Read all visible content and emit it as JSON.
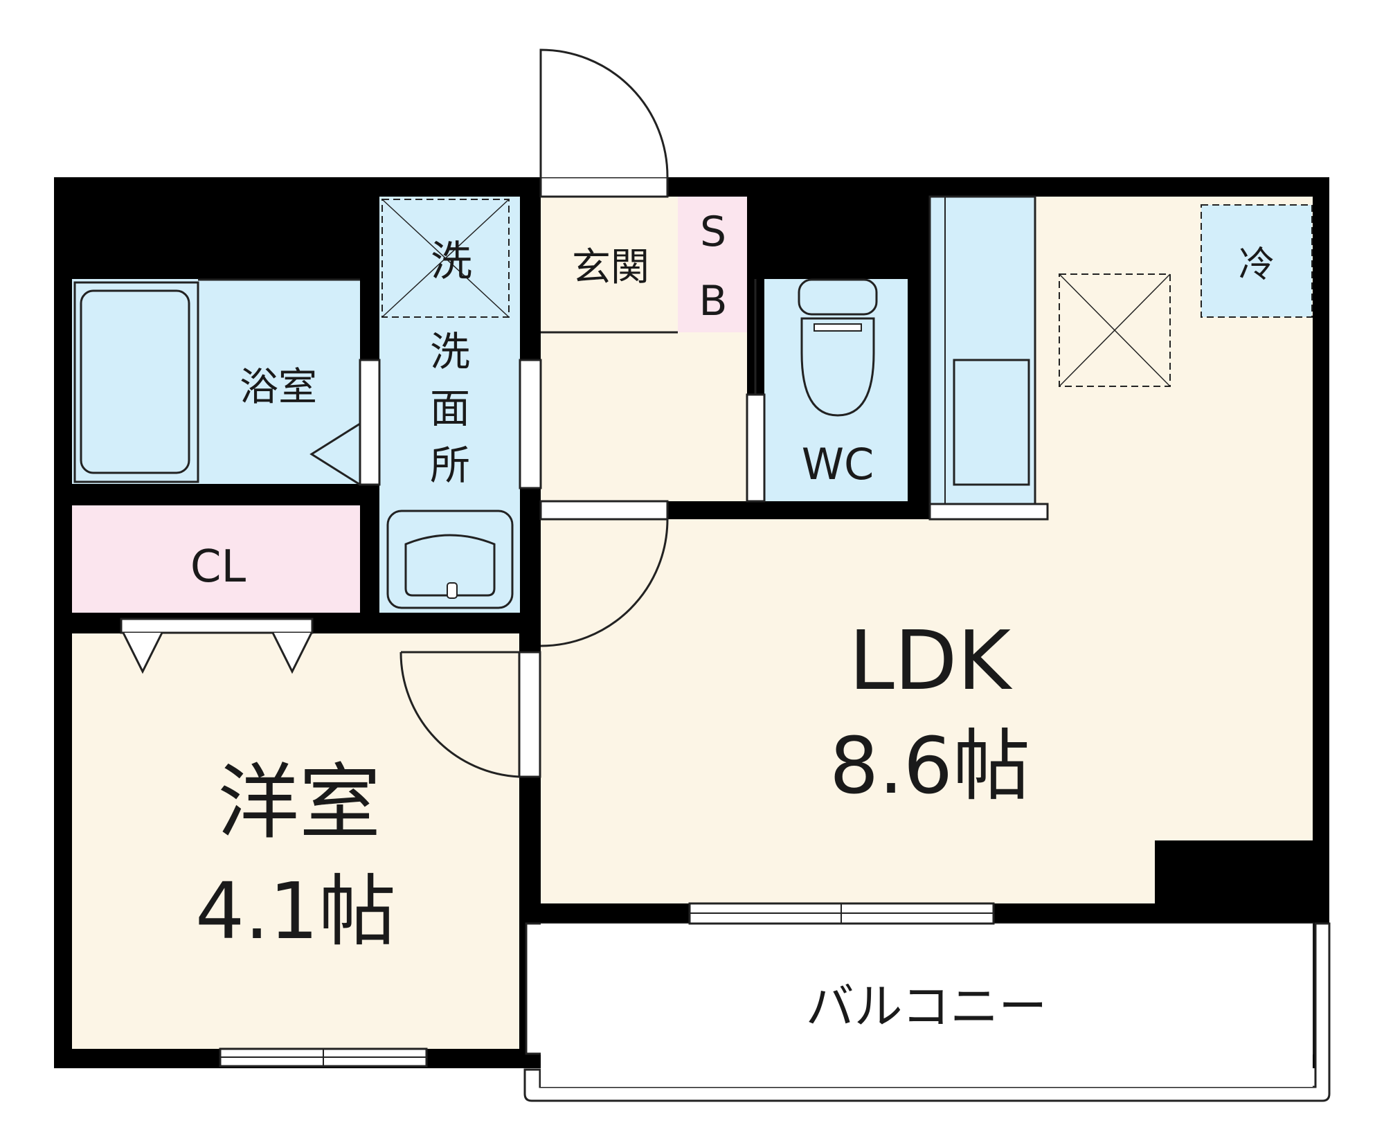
{
  "rooms": {
    "laundry": "洗",
    "bath": "浴室",
    "washroom": [
      "洗",
      "面",
      "所"
    ],
    "entrance": "玄関",
    "shoebox": [
      "S",
      "B"
    ],
    "wc": "WC",
    "fridge": "冷",
    "closet": "CL",
    "western_name": "洋室",
    "western_size": "4.1帖",
    "ldk_name": "LDK",
    "ldk_size": "8.6帖",
    "balcony": "バルコニー"
  },
  "colors": {
    "wall": "#000000",
    "floor": "#fcf5e6",
    "wet_area": "#d3eefa",
    "storage": "#fbe5ee",
    "balcony": "#ffffff",
    "line": "#222222"
  }
}
